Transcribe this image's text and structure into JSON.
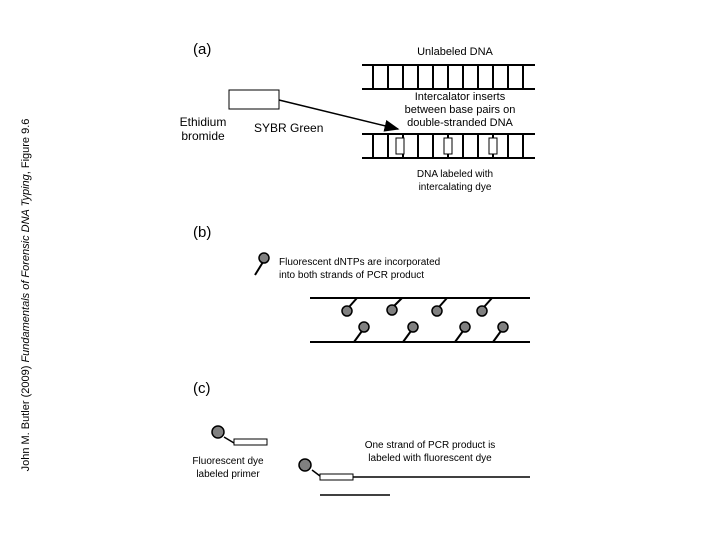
{
  "side_caption": {
    "author": "John M. Butler (2009) ",
    "book": "Fundamentals of Forensic DNA Typing",
    "figure": ", Figure 9.6"
  },
  "panel_a": {
    "label": "(a)",
    "unlabeled_dna": "Unlabeled DNA",
    "ethidium_line1": "Ethidium",
    "ethidium_line2": "bromide",
    "sybr": "SYBR Green",
    "intercalator_line1": "Intercalator inserts",
    "intercalator_line2": "between base pairs on",
    "intercalator_line3": "double-stranded DNA",
    "labeled_line1": "DNA labeled with",
    "labeled_line2": "intercalating dye"
  },
  "panel_b": {
    "label": "(b)",
    "legend_line1": "Fluorescent dNTPs are incorporated",
    "legend_line2": "into both strands of PCR product"
  },
  "panel_c": {
    "label": "(c)",
    "primer_line1": "Fluorescent dye",
    "primer_line2": "labeled primer",
    "strand_line1": "One strand of PCR product is",
    "strand_line2": "labeled with fluorescent dye"
  },
  "colors": {
    "line": "#000000",
    "dye_fill": "#808080",
    "background": "#ffffff"
  }
}
